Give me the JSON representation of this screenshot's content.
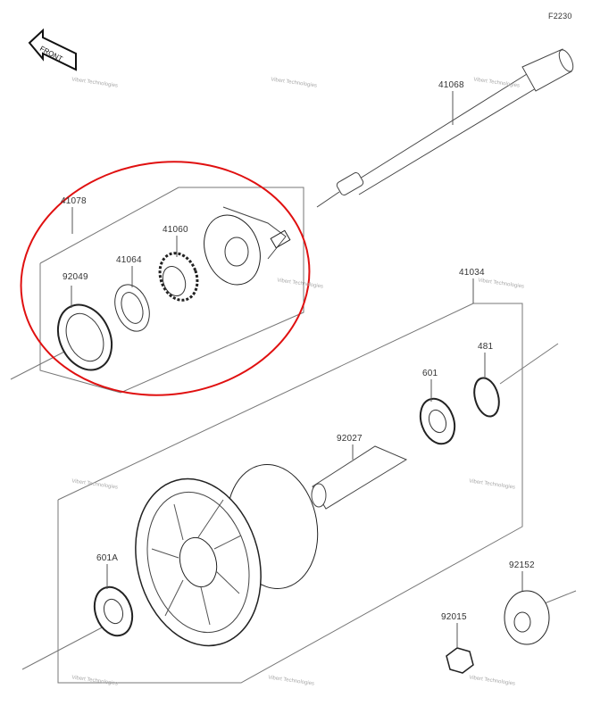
{
  "diagram": {
    "figure_code": "F2230",
    "front_label": "FRONT",
    "highlight_color": "#e01010",
    "watermark": "Vibert Technologies",
    "parts": [
      {
        "id": "p41068",
        "number": "41068"
      },
      {
        "id": "p41078",
        "number": "41078"
      },
      {
        "id": "p41060",
        "number": "41060"
      },
      {
        "id": "p41064",
        "number": "41064"
      },
      {
        "id": "p92049",
        "number": "92049"
      },
      {
        "id": "p41034",
        "number": "41034"
      },
      {
        "id": "p481",
        "number": "481"
      },
      {
        "id": "p601",
        "number": "601"
      },
      {
        "id": "p92027",
        "number": "92027"
      },
      {
        "id": "p601A",
        "number": "601A"
      },
      {
        "id": "p92152",
        "number": "92152"
      },
      {
        "id": "p92015",
        "number": "92015"
      }
    ]
  }
}
